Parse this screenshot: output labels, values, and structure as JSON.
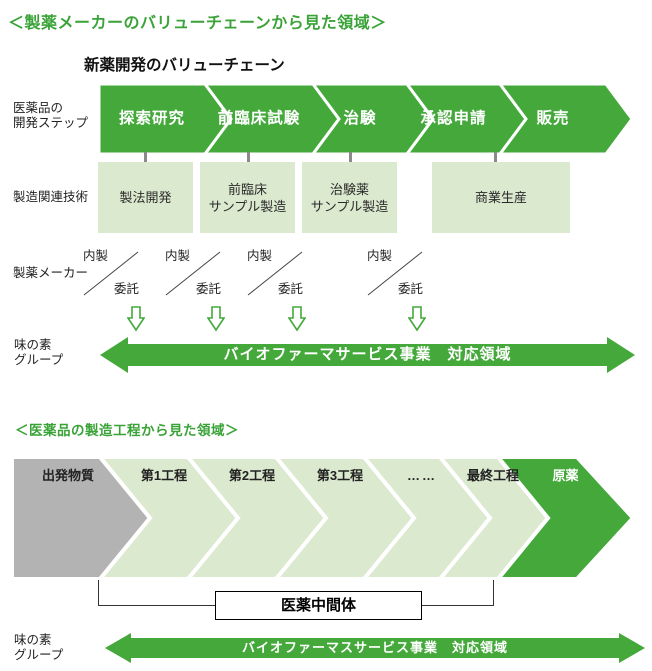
{
  "section1": {
    "heading": "＜製薬メーカーのバリューチェーンから見た領域＞",
    "subtitle": "新薬開発のバリューチェーン",
    "row_labels": {
      "dev_steps_l1": "医薬品の",
      "dev_steps_l2": "開発ステップ",
      "mfg_tech": "製造関連技術",
      "pharma_maker": "製薬メーカー",
      "ajinomoto_l1": "味の素",
      "ajinomoto_l2": "グループ"
    },
    "dev_steps": [
      "探索研究",
      "前臨床試験",
      "治験",
      "承認申請",
      "販売"
    ],
    "tech_boxes": [
      {
        "line1": "製法開発",
        "line2": ""
      },
      {
        "line1": "前臨床",
        "line2": "サンプル製造"
      },
      {
        "line1": "治験薬",
        "line2": "サンプル製造"
      },
      {
        "line1": "商業生産",
        "line2": ""
      }
    ],
    "maker": {
      "inhouse": "内製",
      "outsource": "委託"
    },
    "coverage_arrow": "バイオファーマサービス事業　対応領域"
  },
  "section2": {
    "heading": "＜医薬品の製造工程から見た領域＞",
    "stages": [
      "出発物質",
      "第1工程",
      "第2工程",
      "第3工程",
      "……",
      "最終工程",
      "原薬"
    ],
    "intermediate_label": "医薬中間体",
    "row_labels": {
      "ajinomoto_l1": "味の素",
      "ajinomoto_l2": "グループ"
    },
    "coverage_arrow": "バイオファーマスサービス事業　対応領域"
  },
  "colors": {
    "green": "#44a83b",
    "light_green": "#dbe9cf",
    "gray": "#b3b3b3",
    "heading_green": "#3aa338"
  }
}
